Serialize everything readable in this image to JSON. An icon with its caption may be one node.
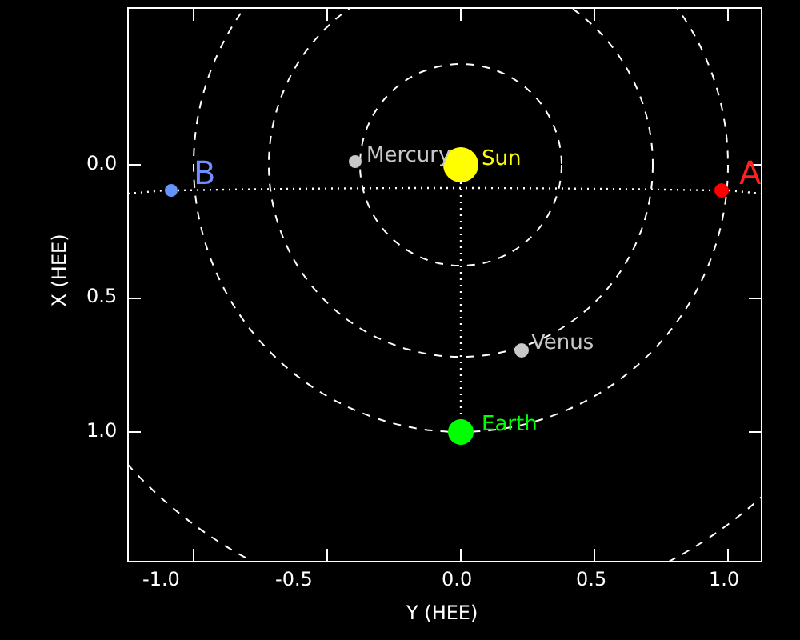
{
  "diagram": {
    "nodes": [
      {
        "text": [],
        "shape": "circle",
        "beside": [
          "Sun"
        ]
      },
      {
        "text": [],
        "shape": "circle",
        "beside": [
          "Mercury"
        ]
      },
      {
        "text": [],
        "shape": "circle",
        "beside": [
          "Venus"
        ]
      },
      {
        "text": [],
        "shape": "circle",
        "beside": [
          "Earth"
        ]
      },
      {
        "text": [],
        "shape": "circle",
        "beside": [
          "B"
        ]
      },
      {
        "text": [],
        "shape": "circle",
        "beside": [
          "A"
        ]
      }
    ],
    "edges": [
      {
        "from": 4,
        "to": 5,
        "arrow": "none",
        "style": "dashed"
      },
      {
        "from": 0,
        "to": 3,
        "arrow": "none",
        "style": "dashed"
      }
    ],
    "labels": [
      "0.0",
      "0.5",
      "1.0",
      "X (HEE)",
      "-1.0",
      "-0.5",
      "0.0",
      "0.5",
      "1.0",
      "Y (HEE)"
    ]
  }
}
